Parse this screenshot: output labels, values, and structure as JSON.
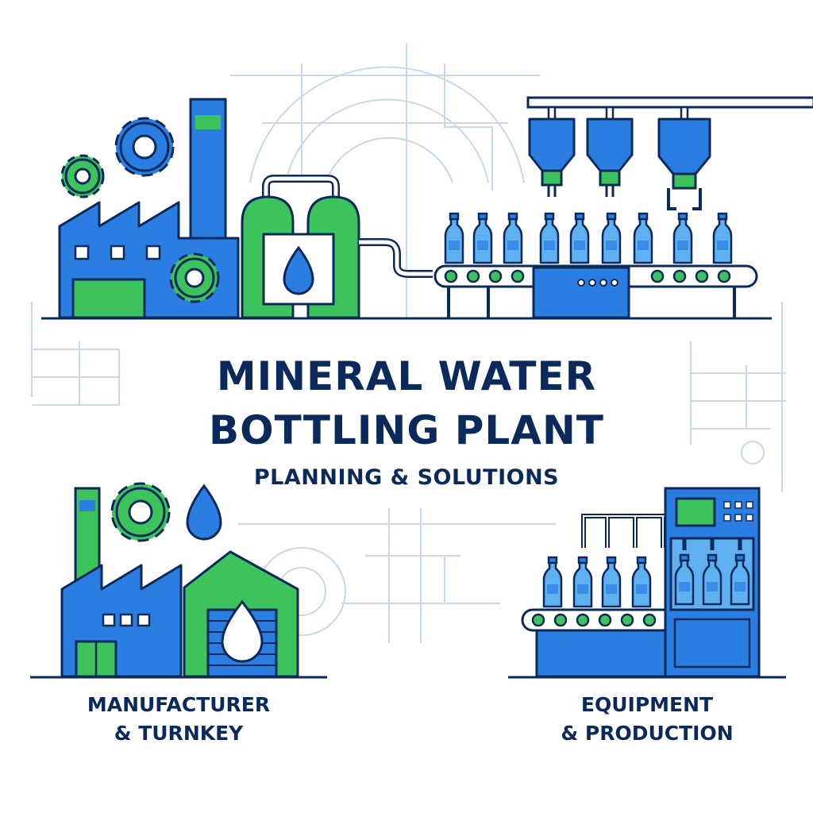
{
  "title": {
    "line1": "MINERAL WATER",
    "line2": "BOTTLING PLANT",
    "subtitle": "PLANNING & SOLUTIONS"
  },
  "captions": {
    "left_line1": "MANUFACTURER",
    "left_line2": "& TURNKEY",
    "right_line1": "EQUIPMENT",
    "right_line2": "& PRODUCTION"
  },
  "colors": {
    "navy": "#0b2a5b",
    "blue": "#2a7de1",
    "light_blue": "#5fb0f0",
    "green": "#3cc35c",
    "blueprint": "#c9d8e8"
  },
  "icons": [
    "gear-icon",
    "factory-icon",
    "water-drop-icon",
    "bottle-icon",
    "conveyor-icon",
    "filling-nozzle-icon",
    "storage-tank-icon"
  ]
}
